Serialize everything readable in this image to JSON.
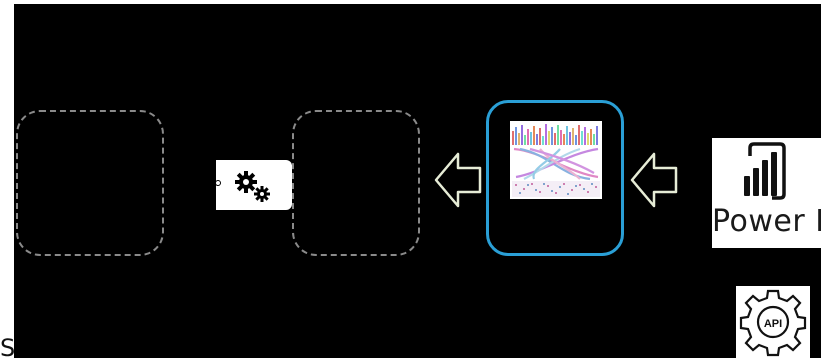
{
  "diagram": {
    "sources": {
      "powerbi_label": "Power BI",
      "api_icon": "api-gear-icon",
      "powerbi_icon": "power-bi-icon"
    },
    "processing_icon": "gears-icon",
    "visualization_icon": "data-visualization-thumbnail",
    "bottom_fragment": "S",
    "colors": {
      "background": "#000000",
      "highlight": "#2a9fd6",
      "dashed": "#8a8a8a",
      "arrow": "#e6ecd6"
    }
  }
}
